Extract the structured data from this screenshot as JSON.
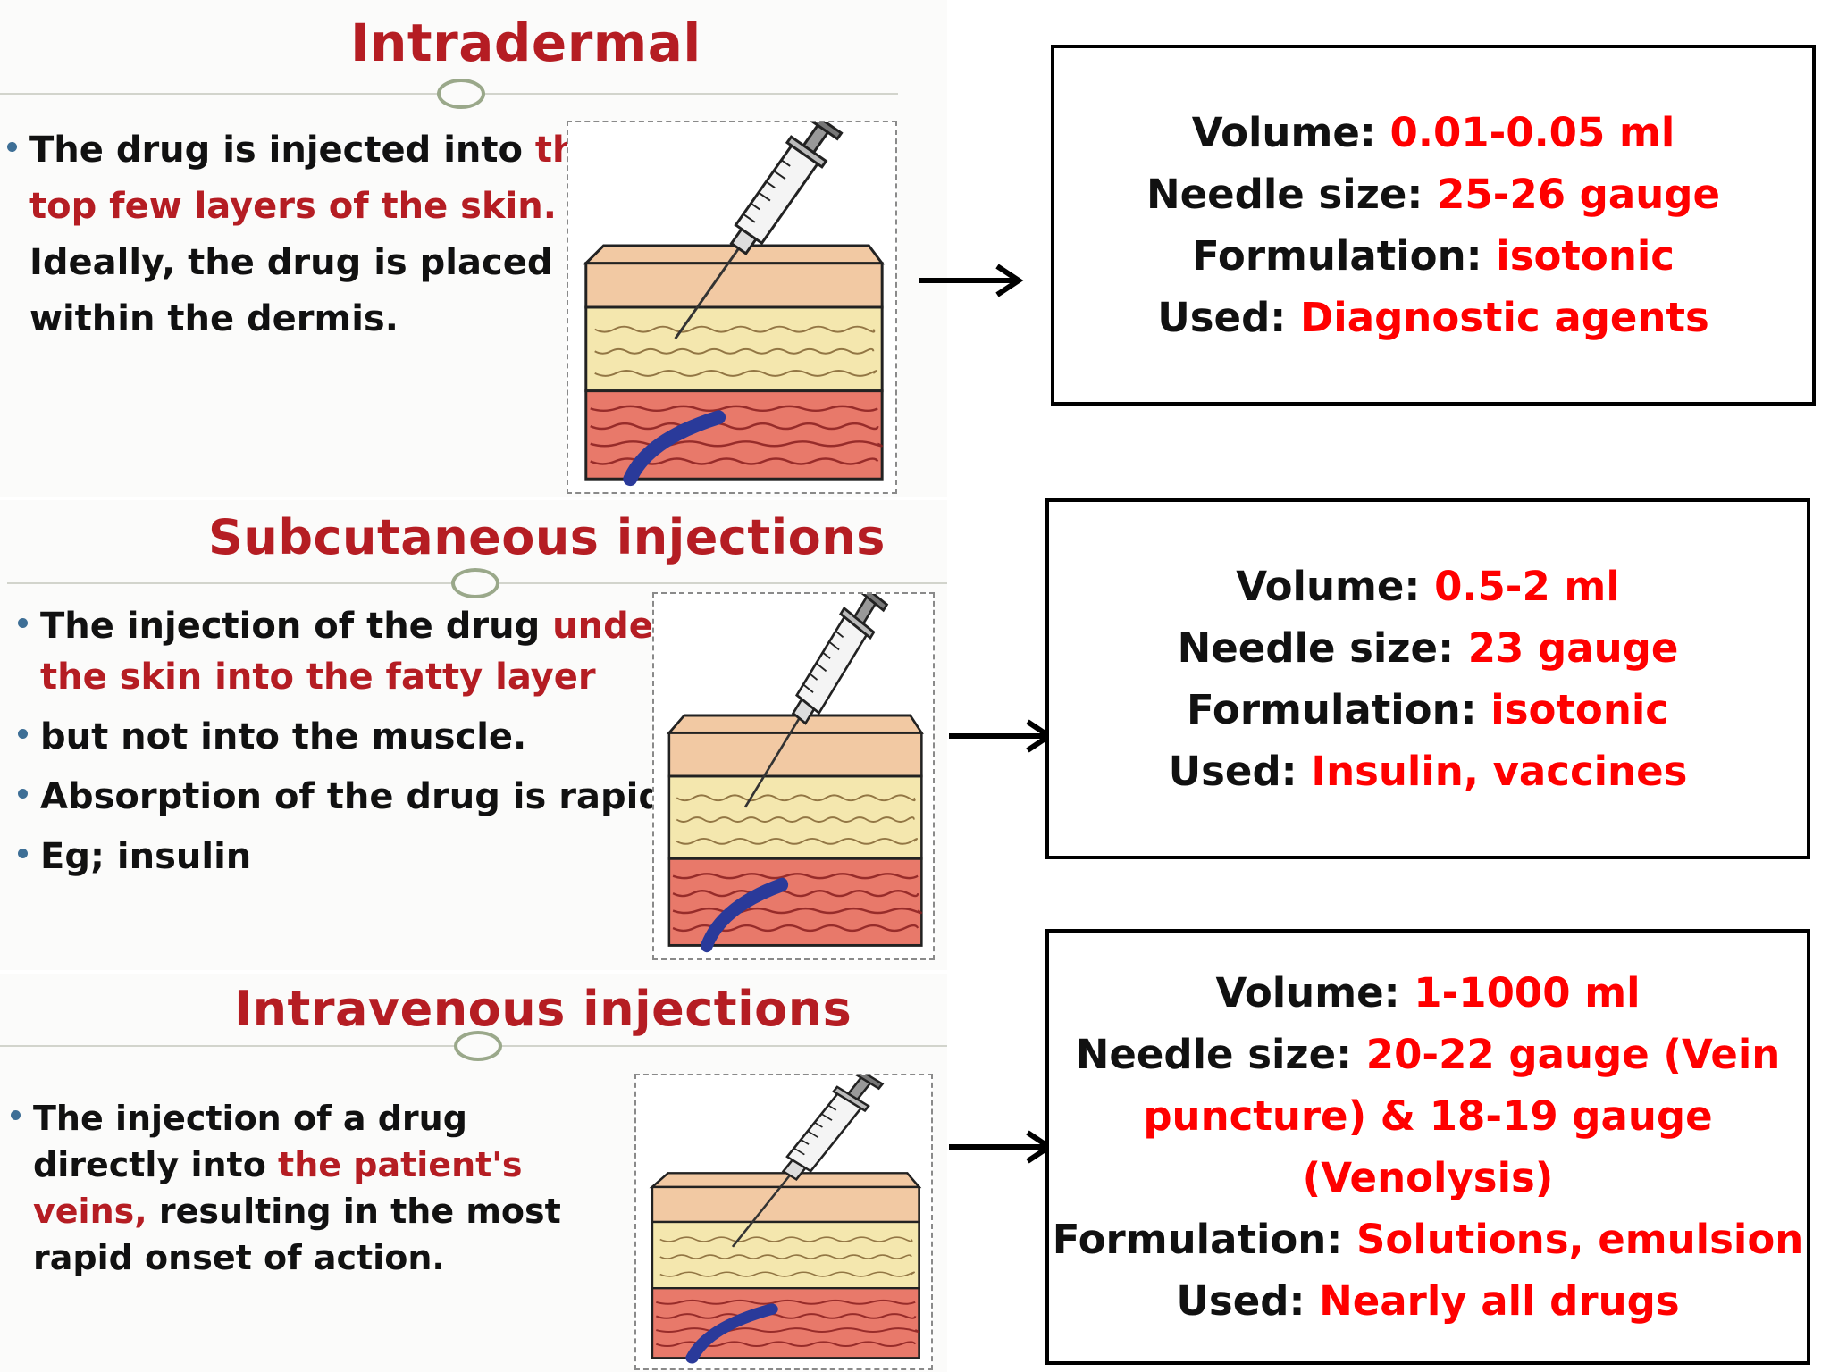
{
  "sections": [
    {
      "title": "Intradermal",
      "bullets": [
        {
          "lines": [
            [
              {
                "t": "The drug is injected into "
              },
              {
                "t": "the",
                "red": true
              }
            ],
            [
              {
                "t": "top few layers of the skin.",
                "red": true
              }
            ],
            [
              {
                "t": "Ideally, the drug is placed"
              }
            ],
            [
              {
                "t": "within the dermis."
              }
            ]
          ]
        }
      ],
      "details": [
        {
          "label": "Volume: ",
          "value": "0.01-0.05 ml"
        },
        {
          "label": "Needle size: ",
          "value": "25-26 gauge"
        },
        {
          "label": "Formulation: ",
          "value": "isotonic"
        },
        {
          "label": "Used: ",
          "value": "Diagnostic agents"
        }
      ]
    },
    {
      "title": "Subcutaneous injections",
      "bullets": [
        {
          "lines": [
            [
              {
                "t": "The injection of the drug "
              },
              {
                "t": "under",
                "red": true
              }
            ],
            [
              {
                "t": "the skin into the fatty layer",
                "red": true
              }
            ]
          ]
        },
        {
          "lines": [
            [
              {
                "t": "but not into the muscle."
              }
            ]
          ]
        },
        {
          "lines": [
            [
              {
                "t": "Absorption of the drug is rapid."
              }
            ]
          ]
        },
        {
          "lines": [
            [
              {
                "t": "Eg; insulin"
              }
            ]
          ]
        }
      ],
      "details": [
        {
          "label": "Volume: ",
          "value": "0.5-2 ml"
        },
        {
          "label": "Needle size: ",
          "value": "23 gauge"
        },
        {
          "label": "Formulation: ",
          "value": "isotonic"
        },
        {
          "label": "Used: ",
          "value": "Insulin, vaccines"
        }
      ]
    },
    {
      "title": "Intravenous injections",
      "bullets": [
        {
          "lines": [
            [
              {
                "t": "The injection of a drug"
              }
            ],
            [
              {
                "t": "directly into "
              },
              {
                "t": "the patient's",
                "red": true
              }
            ],
            [
              {
                "t": "veins,",
                "red": true
              },
              {
                "t": " resulting in the most"
              }
            ],
            [
              {
                "t": "rapid onset of action."
              }
            ]
          ]
        }
      ],
      "details": [
        {
          "label": "Volume: ",
          "value": "1-1000 ml"
        },
        {
          "label": "Needle size: ",
          "value": "20-22 gauge (Vein"
        },
        {
          "label": "",
          "value": "puncture) & 18-19 gauge"
        },
        {
          "label": "",
          "value": "(Venolysis)"
        },
        {
          "label": "Formulation: ",
          "value": "Solutions, emulsion"
        },
        {
          "label": "Used: ",
          "value": "Nearly all drugs"
        }
      ]
    }
  ],
  "icons": {
    "bullet": "bullet-dot-icon",
    "divider": "divider-ring-icon",
    "arrow": "right-arrow-icon",
    "illustration": "syringe-skin-layers-illustration"
  },
  "colors": {
    "title_red": "#b51d23",
    "value_red": "#ff0000",
    "bullet_blue": "#3e6f96",
    "skin_epidermis": "#f2c9a3",
    "skin_fat": "#f4e7ae",
    "skin_muscle": "#e8796a",
    "vein": "#2a3a9a"
  }
}
